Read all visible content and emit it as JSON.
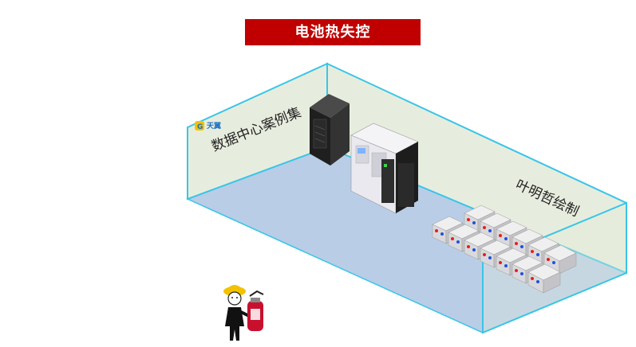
{
  "title": "电池热失控",
  "wall_left_label": "数据中心案例集",
  "wall_right_label": "叶明哲绘制",
  "logo_text": "天翼",
  "colors": {
    "title_bg": "#c00000",
    "floor": "#b9cde6",
    "wall": "#e3ead8",
    "edge": "#39c5e8",
    "rack_dark": "#2b2b2b",
    "ups_light": "#e9e9ef",
    "battery": "#d9d9dc",
    "extinguisher": "#c8102e",
    "helmet": "#f2c200"
  },
  "icons": {
    "fire_extinguisher": "fire-extinguisher-icon",
    "worker": "worker-icon",
    "logo": "logo-icon"
  }
}
